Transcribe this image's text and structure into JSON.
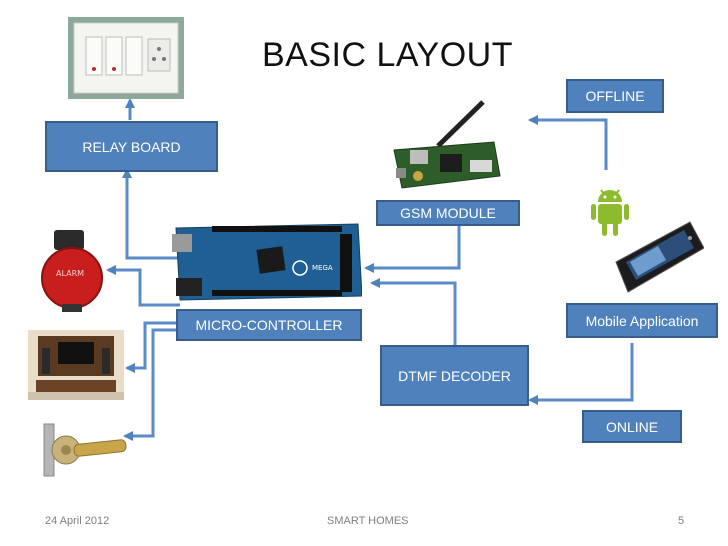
{
  "slide": {
    "title": "BASIC LAYOUT"
  },
  "nodes": {
    "relay_board": "RELAY BOARD",
    "gsm_module": "GSM MODULE",
    "micro_controller": "MICRO-CONTROLLER",
    "dtmf_decoder": "DTMF DECODER",
    "offline": "OFFLINE",
    "mobile_application": "Mobile Application",
    "online": "ONLINE"
  },
  "footer": {
    "date": "24 April 2012",
    "center": "SMART HOMES",
    "page_number": "5"
  },
  "pictures": {
    "switch_panel": "switch-panel-photo",
    "gsm_board": "gsm-module-photo",
    "arduino": "arduino-mega-photo",
    "android_logo": "android-robot-icon",
    "phone": "smartphone-photo",
    "alarm": "alarm-bell-photo",
    "tv": "tv-unit-photo",
    "door_lock": "door-lock-photo"
  },
  "colors": {
    "box_fill": "#4f81bd",
    "box_border": "#385d8a",
    "connector": "#4f81bd"
  }
}
